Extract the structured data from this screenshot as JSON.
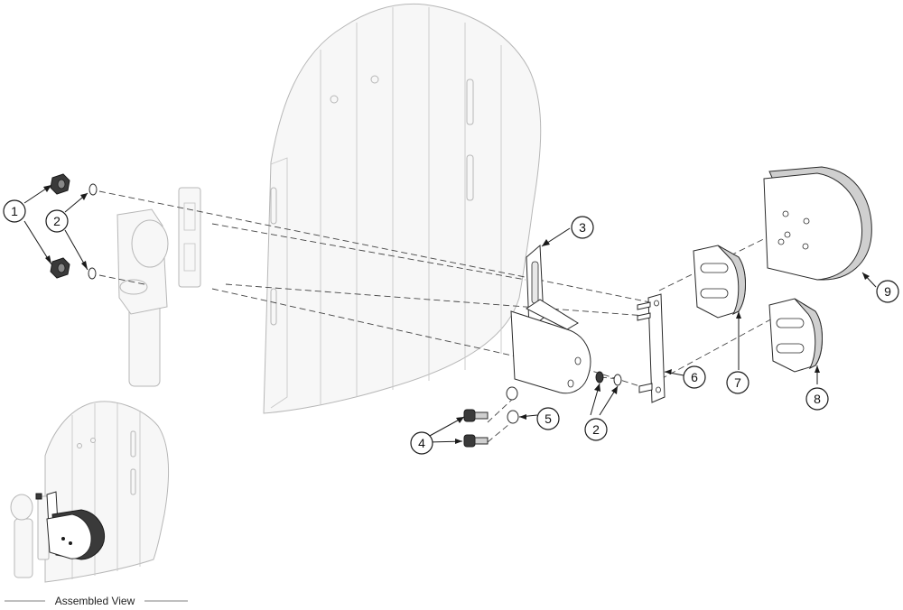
{
  "diagram": {
    "callouts": {
      "c1": "1",
      "c2a": "2",
      "c2b": "2",
      "c3": "3",
      "c4": "4",
      "c5": "5",
      "c6": "6",
      "c7": "7",
      "c8": "8",
      "c9": "9"
    },
    "assembled_view_label": "Assembled View"
  },
  "colors": {
    "ink": "#1a1a1a",
    "ghost_fill": "#f7f7f7",
    "ghost_stroke": "#b7b7b7"
  }
}
